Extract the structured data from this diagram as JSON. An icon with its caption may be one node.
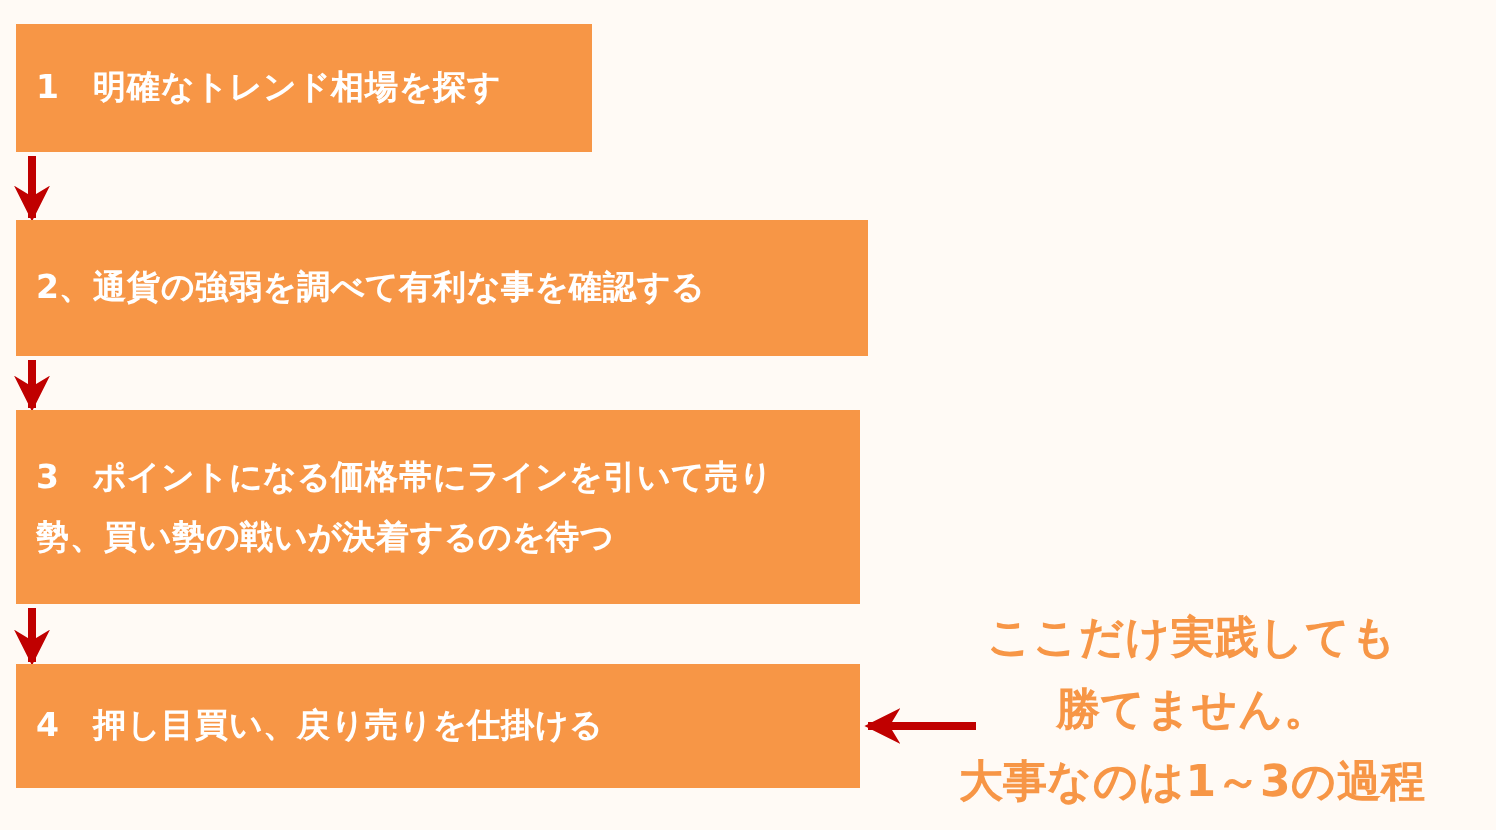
{
  "diagram": {
    "nodes": [
      {
        "text": [
          "1　明確なトレンド相場を探す"
        ]
      },
      {
        "text": [
          "2、通貨の強弱を調べて有利な事を確認する"
        ]
      },
      {
        "text": [
          "3　ポイントになる価格帯にラインを引いて売り勢、買い勢の戦いが決着するのを待つ"
        ]
      },
      {
        "text": [
          "4　押し目買い、戻り売りを仕掛ける"
        ]
      },
      {
        "text": [
          "ここだけ実践しても勝てません。",
          "大事なのは1～3の過程"
        ]
      }
    ],
    "edges": [
      {
        "from": 0,
        "to": 1,
        "arrow": "to"
      },
      {
        "from": 1,
        "to": 2,
        "arrow": "to"
      },
      {
        "from": 2,
        "to": 3,
        "arrow": "to"
      },
      {
        "from": 4,
        "to": 3,
        "arrow": "to"
      }
    ]
  }
}
